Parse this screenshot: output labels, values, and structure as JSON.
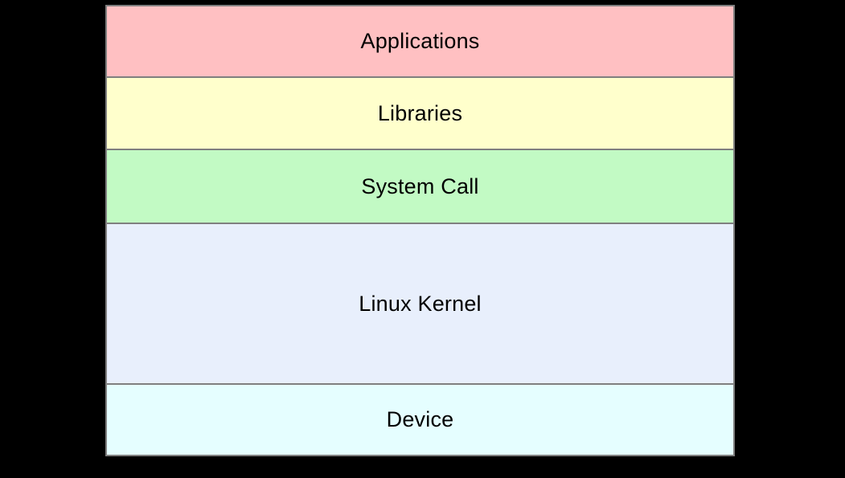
{
  "diagram": {
    "type": "layered-stack",
    "background_color": "#000000",
    "border_color": "#7f7f7f",
    "text_color": "#000000",
    "layers": [
      {
        "label": "Applications",
        "color": "#ffc0c2"
      },
      {
        "label": "Libraries",
        "color": "#ffffcc"
      },
      {
        "label": "System Call",
        "color": "#c2fac4"
      },
      {
        "label": "Linux Kernel",
        "color": "#e8effc"
      },
      {
        "label": "Device",
        "color": "#e5feff"
      }
    ]
  }
}
